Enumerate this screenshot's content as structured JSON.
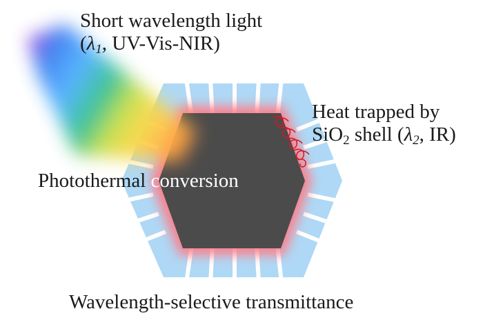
{
  "labels": {
    "short_wavelength": {
      "line1": "Short wavelength light",
      "line2_open": "(",
      "line2_symbol": "λ",
      "line2_subscript": "1",
      "line2_rest": ", UV-Vis-NIR)"
    },
    "heat_trapped": {
      "line1": "Heat trapped by",
      "line2_prefix": "SiO",
      "line2_subscript": "2",
      "line2_middle": " shell (",
      "line2_symbol": "λ",
      "line2_symbol_subscript": "2",
      "line2_rest": ", IR)"
    },
    "photothermal": {
      "dark_part": "Photothermal",
      "light_part": " conversion"
    },
    "transmittance": "Wavelength-selective transmittance"
  },
  "colors": {
    "core": "#4b4b4b",
    "glow": "#ff7b86",
    "shell": "#aed8f5",
    "heat_wave": "#d01a24",
    "text": "#1a1a1a"
  },
  "icons": {
    "light_beam": "rainbow-light-beam",
    "heat_wave": "heat-wave-spiral"
  }
}
